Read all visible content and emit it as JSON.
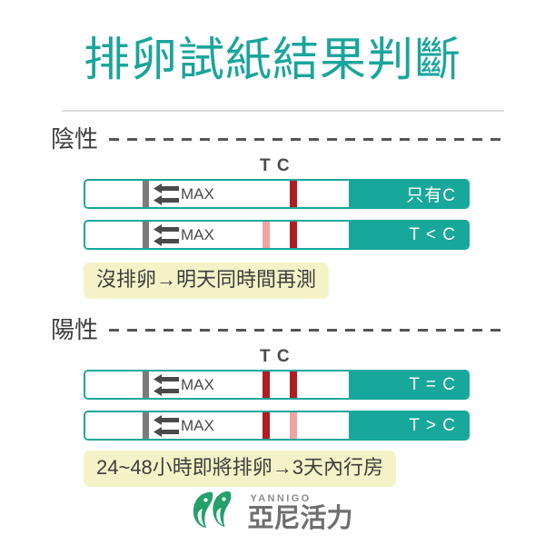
{
  "title": "排卵試紙結果判斷",
  "theme": {
    "accent_teal": "#17A79B",
    "title_teal": "#19A59C",
    "note_yellow": "#F4F3C8",
    "line_dark_red": "#B01C24",
    "line_faint_red": "#EFA3A3",
    "max_gray": "#7B7B7B",
    "text_gray": "#4A4A4A"
  },
  "sections": [
    {
      "label": "陰性",
      "tc_label": "T C",
      "strips": [
        {
          "max_label": "MAX",
          "result_label": "只有C",
          "t_line": "none",
          "c_line": "dark"
        },
        {
          "max_label": "MAX",
          "result_label": "T < C",
          "t_line": "faint",
          "c_line": "dark"
        }
      ],
      "note": "沒排卵→明天同時間再測"
    },
    {
      "label": "陽性",
      "tc_label": "T C",
      "strips": [
        {
          "max_label": "MAX",
          "result_label": "T = C",
          "t_line": "dark",
          "c_line": "dark"
        },
        {
          "max_label": "MAX",
          "result_label": "T > C",
          "t_line": "dark",
          "c_line": "faint"
        }
      ],
      "note": "24~48小時即將排卵→3天內行房"
    }
  ],
  "footer": {
    "brand_latin": "YANNIGO",
    "brand_cjk": "亞尼活力"
  }
}
